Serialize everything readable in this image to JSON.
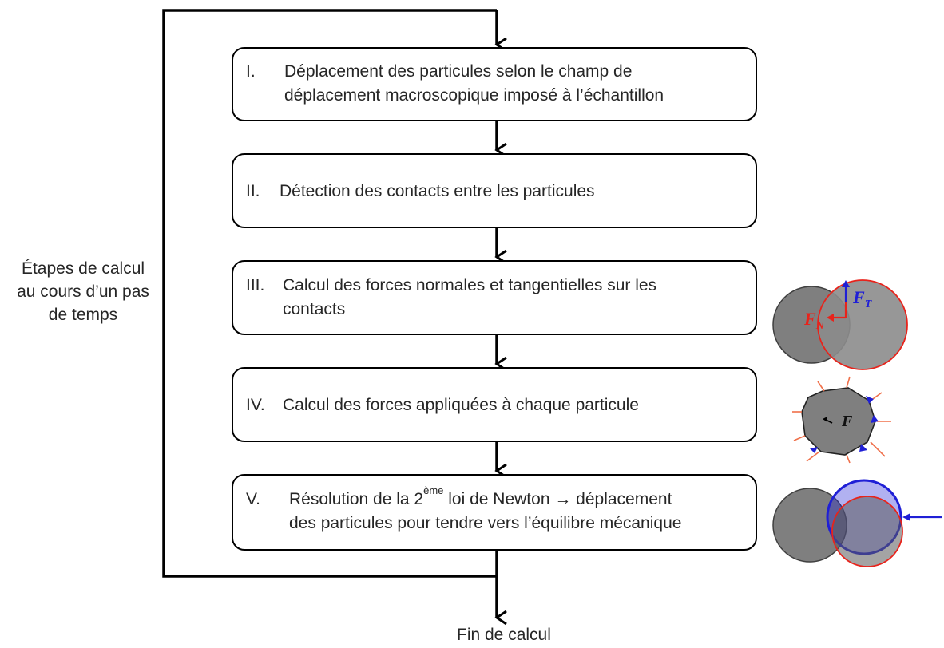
{
  "side_label": {
    "line1": "Étapes de calcul",
    "line2": "au cours d’un pas",
    "line3": "de temps"
  },
  "steps": [
    {
      "numeral": "I.",
      "line1": "Déplacement des particules selon le champ de",
      "line2": "déplacement macroscopique imposé à l’échantillon"
    },
    {
      "numeral": "II.",
      "line1": "Détection des contacts entre les particules"
    },
    {
      "numeral": "III.",
      "line1": "Calcul des forces normales et tangentielles sur les",
      "line2": "contacts"
    },
    {
      "numeral": "IV.",
      "line1": "Calcul des forces appliquées à chaque particule"
    },
    {
      "numeral": "V.",
      "line1_pre": "Résolution de la 2",
      "line1_sup": "ème",
      "line1_post": " loi de Newton → déplacement",
      "line2": "des particules pour tendre vers l’équilibre mécanique"
    }
  ],
  "end_label": "Fin de calcul",
  "illustrations": {
    "contact_forces": {
      "fn_label": "F",
      "fn_sub": "N",
      "ft_label": "F",
      "ft_sub": "T"
    },
    "resultant_force": {
      "f_label": "F"
    }
  },
  "colors": {
    "particle_fill": "#7f7f7f",
    "normal_force": "#e8231b",
    "tangential_force": "#1f1fd6",
    "contact_arrow": "#f0704a",
    "line": "#000000"
  }
}
